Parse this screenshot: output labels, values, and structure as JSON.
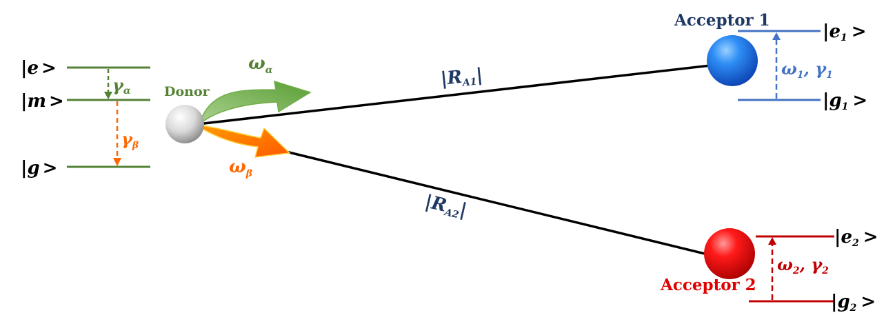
{
  "colors": {
    "donor_green": "#548235",
    "arrow_green": "#70ad47",
    "orange": "#ff6600",
    "orange_light": "#ff8c1a",
    "acceptor1_blue": "#4472c4",
    "acceptor1_label": "#1f3864",
    "acceptor2_red": "#c00000",
    "acceptor2_label": "#e00000",
    "distance_label": "#1f3864",
    "line": "#000000"
  },
  "donor": {
    "label": "Donor",
    "levels": {
      "e": {
        "bar": "|",
        "sym": "e",
        "close": ">"
      },
      "m": {
        "bar": "|",
        "sym": "m",
        "close": ">"
      },
      "g": {
        "bar": "|",
        "sym": "g",
        "close": ">"
      }
    },
    "decay_alpha": {
      "sym": "γ",
      "sub": "α"
    },
    "decay_beta": {
      "sym": "γ",
      "sub": "β"
    },
    "emission_alpha": {
      "sym": "ω",
      "sub": "α"
    },
    "emission_beta": {
      "sym": "ω",
      "sub": "β"
    }
  },
  "acceptor1": {
    "label": "Acceptor 1",
    "upper": {
      "bar": "|",
      "sym": "e",
      "sub": "1",
      "close": ">"
    },
    "lower": {
      "bar": "|",
      "sym": "g",
      "sub": "1",
      "close": ">"
    },
    "params": {
      "w": "ω",
      "w_sub": "1",
      "sep": ", ",
      "g": "γ",
      "g_sub": "1"
    }
  },
  "acceptor2": {
    "label": "Acceptor 2",
    "upper": {
      "bar": "|",
      "sym": "e",
      "sub": "2",
      "close": ">"
    },
    "lower": {
      "bar": "|",
      "sym": "g",
      "sub": "2",
      "close": ">"
    },
    "params": {
      "w": "ω",
      "w_sub": "2",
      "sep": ", ",
      "g": "γ",
      "g_sub": "2"
    }
  },
  "distances": {
    "r1": {
      "open": "|",
      "sym": "R",
      "sub": "A1",
      "close": "|"
    },
    "r2": {
      "open": "|",
      "sym": "R",
      "sub": "A2",
      "close": "|"
    }
  }
}
